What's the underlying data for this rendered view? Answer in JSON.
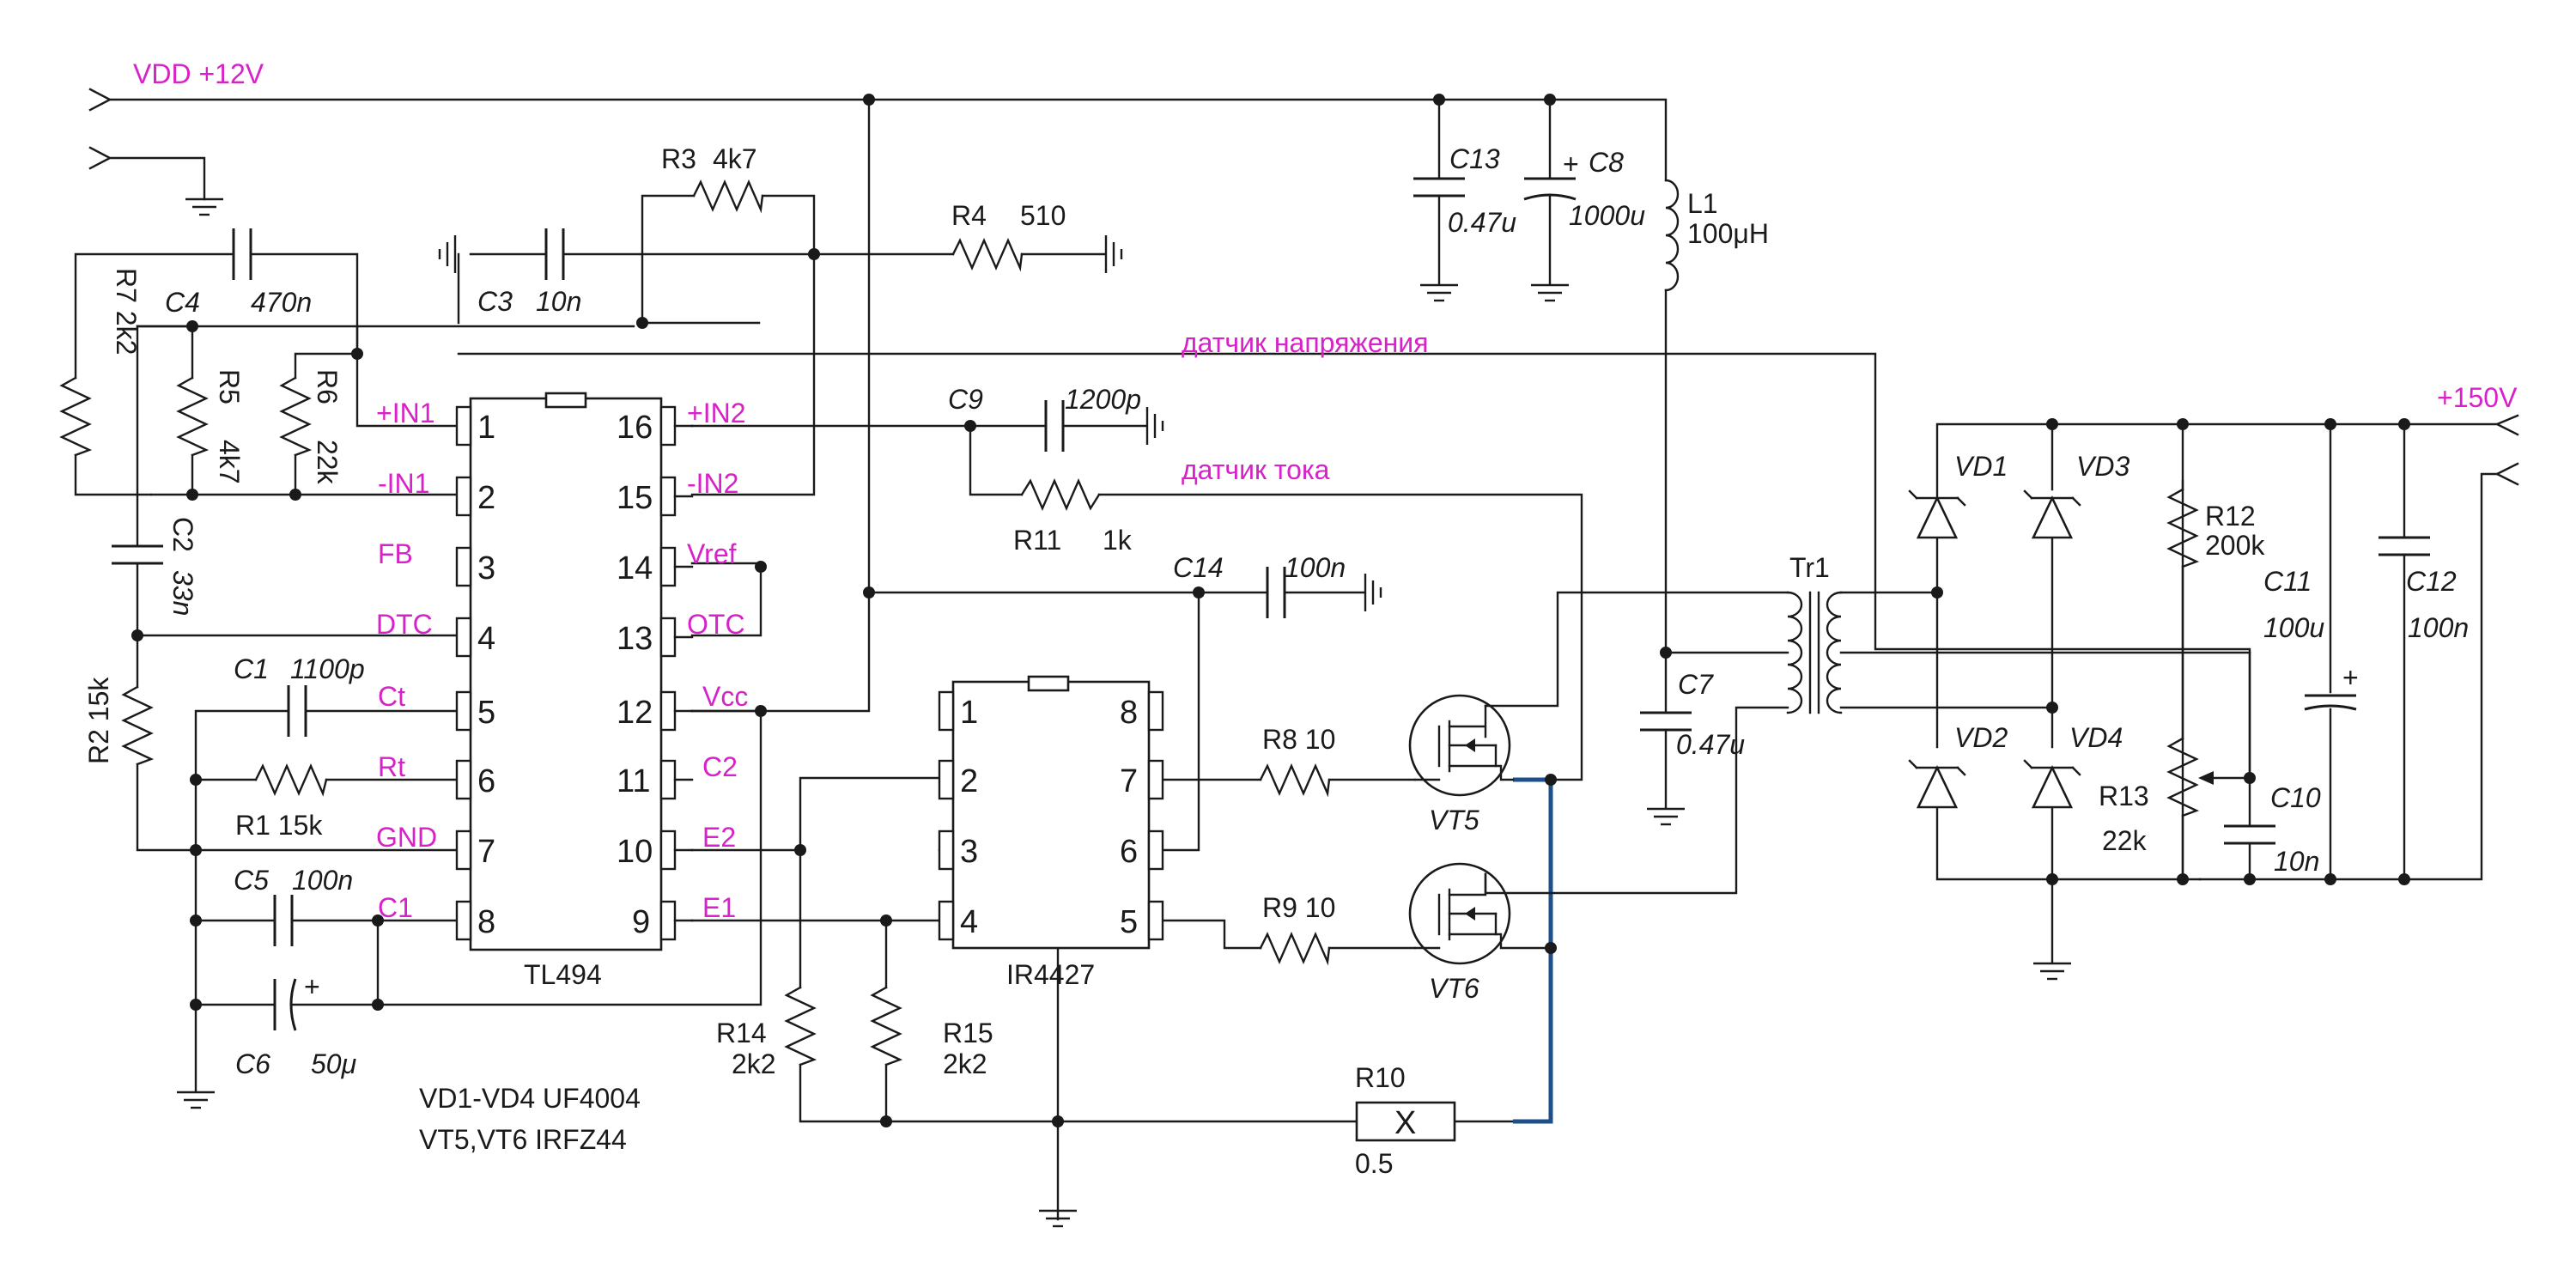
{
  "nets": {
    "vdd": "VDD +12V",
    "hv_out": "+150V",
    "voltage_sensor": "датчик напряжения",
    "current_sensor": "датчик тока"
  },
  "tl494": {
    "name": "TL494",
    "pins_left": [
      {
        "num": "1",
        "label": "+IN1"
      },
      {
        "num": "2",
        "label": "-IN1"
      },
      {
        "num": "3",
        "label": "FB"
      },
      {
        "num": "4",
        "label": "DTC"
      },
      {
        "num": "5",
        "label": "Ct"
      },
      {
        "num": "6",
        "label": "Rt"
      },
      {
        "num": "7",
        "label": "GND"
      },
      {
        "num": "8",
        "label": "C1"
      }
    ],
    "pins_right": [
      {
        "num": "16",
        "label": "+IN2"
      },
      {
        "num": "15",
        "label": "-IN2"
      },
      {
        "num": "14",
        "label": "Vref"
      },
      {
        "num": "13",
        "label": "OTC"
      },
      {
        "num": "12",
        "label": "Vcc"
      },
      {
        "num": "11",
        "label": "C2"
      },
      {
        "num": "10",
        "label": "E2"
      },
      {
        "num": "9",
        "label": "E1"
      }
    ]
  },
  "ir4427": {
    "name": "IR4427",
    "pins_left": [
      "1",
      "2",
      "3",
      "4"
    ],
    "pins_right": [
      "8",
      "7",
      "6",
      "5"
    ]
  },
  "components": {
    "R1": {
      "ref": "R1",
      "value": "15k"
    },
    "R2": {
      "ref": "R2",
      "value": "15k"
    },
    "R3": {
      "ref": "R3",
      "value": "4k7"
    },
    "R4": {
      "ref": "R4",
      "value": "510"
    },
    "R5": {
      "ref": "R5",
      "value": "4k7"
    },
    "R6": {
      "ref": "R6",
      "value": "22k"
    },
    "R7": {
      "ref": "R7",
      "value": "2k2"
    },
    "R8": {
      "ref": "R8",
      "value": "10"
    },
    "R9": {
      "ref": "R9",
      "value": "10"
    },
    "R10": {
      "ref": "R10",
      "value": "0.5"
    },
    "R11": {
      "ref": "R11",
      "value": "1k"
    },
    "R12": {
      "ref": "R12",
      "value": "200k"
    },
    "R13": {
      "ref": "R13",
      "value": "22k"
    },
    "R14": {
      "ref": "R14",
      "value": "2k2"
    },
    "R15": {
      "ref": "R15",
      "value": "2k2"
    },
    "C1": {
      "ref": "C1",
      "value": "1100p"
    },
    "C2": {
      "ref": "C2",
      "value": "33n"
    },
    "C3": {
      "ref": "C3",
      "value": "10n"
    },
    "C4": {
      "ref": "C4",
      "value": "470n"
    },
    "C5": {
      "ref": "C5",
      "value": "100n"
    },
    "C6": {
      "ref": "C6",
      "value": "50μ"
    },
    "C7": {
      "ref": "C7",
      "value": "0.47u"
    },
    "C8": {
      "ref": "C8",
      "value": "1000u"
    },
    "C9": {
      "ref": "C9",
      "value": "1200p"
    },
    "C10": {
      "ref": "C10",
      "value": "10n"
    },
    "C11": {
      "ref": "C11",
      "value": "100u"
    },
    "C12": {
      "ref": "C12",
      "value": "100n"
    },
    "C13": {
      "ref": "C13",
      "value": "0.47u"
    },
    "C14": {
      "ref": "C14",
      "value": "100n"
    },
    "L1": {
      "ref": "L1",
      "value": "100μH"
    },
    "Tr1": {
      "ref": "Tr1"
    },
    "VD1": {
      "ref": "VD1"
    },
    "VD2": {
      "ref": "VD2"
    },
    "VD3": {
      "ref": "VD3"
    },
    "VD4": {
      "ref": "VD4"
    },
    "VT5": {
      "ref": "VT5"
    },
    "VT6": {
      "ref": "VT6"
    }
  },
  "notes": {
    "diodes": "VD1-VD4 UF4004",
    "transistors": "VT5,VT6 IRFZ44"
  },
  "symbols": {
    "plus": "+",
    "x": "X"
  }
}
